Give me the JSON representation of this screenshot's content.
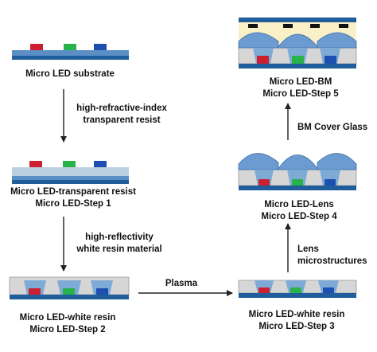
{
  "colors": {
    "substrate_dark": "#1f5e9a",
    "substrate_light": "#5b8fc4",
    "resist": "#bcd0e3",
    "white_resin": "#d6d6d6",
    "lens": "#6b9bd0",
    "bm": "#111111",
    "cover_glass": "#faf0c8",
    "chip_red": "#cc2030",
    "chip_green": "#27b24a",
    "chip_blue": "#1d4fb0",
    "arrow": "#222222"
  },
  "labels": {
    "substrate": "Micro LED substrate",
    "step1_title": "Micro LED-transparent resist",
    "step1_sub": "Micro LED-Step 1",
    "step2_title": "Micro LED-white resin",
    "step2_sub": "Micro LED-Step 2",
    "step3_title": "Micro LED-white resin",
    "step3_sub": "Micro LED-Step 3",
    "step4_title": "Micro LED-Lens",
    "step4_sub": "Micro LED-Step 4",
    "step5_title": "Micro LED-BM",
    "step5_sub": "Micro LED-Step 5"
  },
  "arrows": {
    "a1_line1": "high-refractive-index",
    "a1_line2": "transparent resist",
    "a2_line1": "high-reflectivity",
    "a2_line2": "white resin material",
    "a3": "Plasma",
    "a4_line1": "Lens",
    "a4_line2": "microstructures",
    "a5": "BM Cover Glass"
  }
}
